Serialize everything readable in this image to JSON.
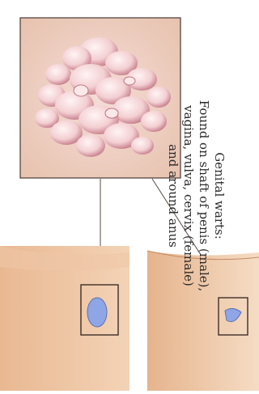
{
  "illustration": {
    "subject": "genital-warts-cross-section",
    "colors": {
      "background": "#ffffff",
      "skin": "#e8bb98",
      "skin_shadow": "#c48b63",
      "wart": "#f6d8d8",
      "wart_outline": "#b05a6a",
      "lesion_blue": "#8fa6e6"
    }
  },
  "caption": {
    "heading": "Genital warts:",
    "line1": "Found on shaft of penis (male),",
    "line2": "vagina, vulva, cervix (female)",
    "line3": "and around anus"
  }
}
